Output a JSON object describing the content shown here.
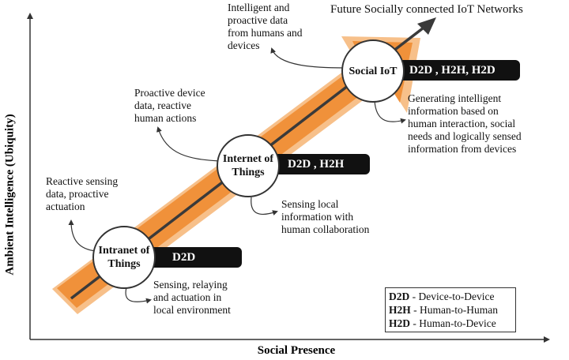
{
  "axes": {
    "x_label": "Social Presence",
    "y_label": "Ambient Intelligence (Ubiquity)"
  },
  "arrow_title": "Future Socially connected IoT Networks",
  "stages": [
    {
      "name_line1": "Intranet of",
      "name_line2": "Things",
      "tag": "D2D",
      "upper_note": [
        "Reactive sensing",
        "data, proactive",
        "actuation"
      ],
      "lower_note": [
        "Sensing, relaying",
        "and actuation in",
        "local environment"
      ]
    },
    {
      "name_line1": "Internet of",
      "name_line2": "Things",
      "tag": "D2D , H2H",
      "upper_note": [
        "Proactive device",
        "data, reactive",
        "human actions"
      ],
      "lower_note": [
        "Sensing local",
        "information with",
        "human collaboration"
      ]
    },
    {
      "name_line1": "Social IoT",
      "name_line2": "",
      "tag": "D2D , H2H, H2D",
      "upper_note": [
        "Intelligent and",
        "proactive data",
        "from humans and",
        "devices"
      ],
      "lower_note": [
        "Generating intelligent",
        "information based on",
        "human interaction, social",
        "needs and logically sensed",
        "information from devices"
      ]
    }
  ],
  "legend": [
    {
      "code": "D2D",
      "desc": " - Device-to-Device"
    },
    {
      "code": "H2H",
      "desc": " - Human-to-Human"
    },
    {
      "code": "H2D",
      "desc": " - Human-to-Device"
    }
  ],
  "colors": {
    "band": "#f0913a",
    "band_light": "#f7c08a",
    "line": "#3a3a3a",
    "tag_bg": "#111111"
  }
}
